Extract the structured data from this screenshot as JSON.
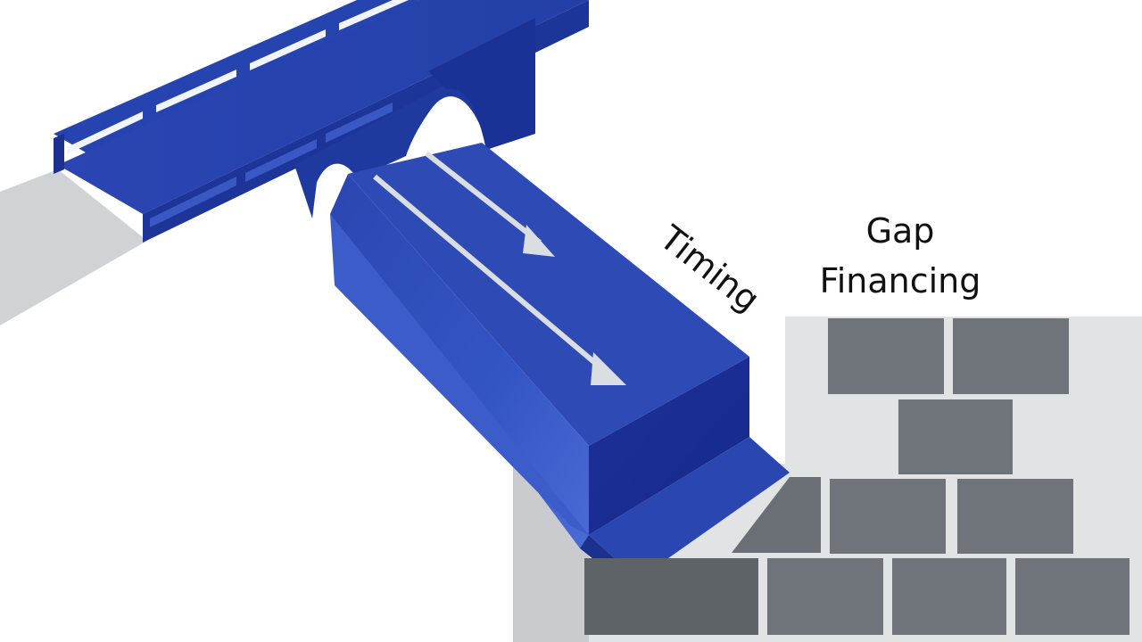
{
  "labels": {
    "timing": "Timing",
    "gap_line1": "Gap",
    "gap_line2": "Financing"
  },
  "colors": {
    "bridge_top": "#2c49b8",
    "bridge_side": "#21369a",
    "bridge_dark": "#172a86",
    "ramp_face": "#2b47b3",
    "ramp_light": "#3a5bc8",
    "arrow": "#dadde2",
    "ground_light": "#d0d3d6",
    "wall_bg": "#e4e4e6",
    "brick": "#6f747a",
    "brick_dark": "#5c6166",
    "text": "#111111"
  },
  "icons": {
    "bridge": "bridge-icon",
    "ramp": "ramp-icon",
    "arrows": "arrow-icon",
    "wall": "brick-wall-icon"
  }
}
